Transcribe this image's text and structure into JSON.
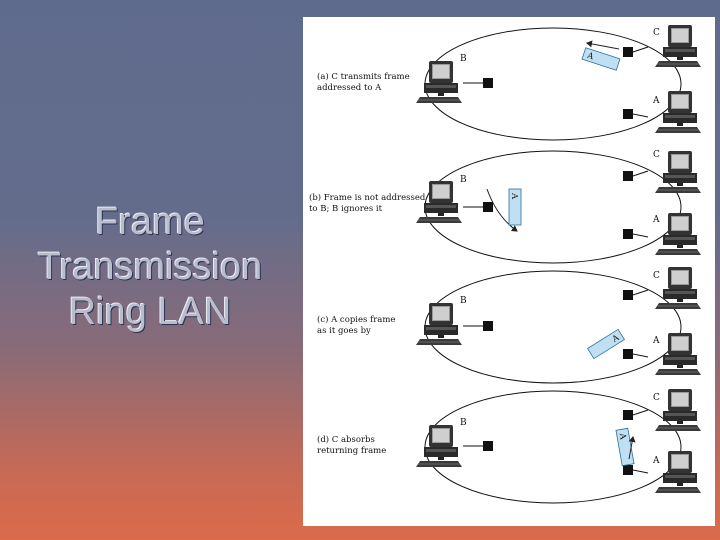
{
  "slide": {
    "title_lines": [
      "Frame",
      "Transmission",
      "Ring LAN"
    ]
  },
  "diagram": {
    "stations": {
      "a": "A",
      "b": "B",
      "c": "C"
    },
    "frame_label": "A",
    "panels": [
      {
        "caption": [
          "(a) C transmits frame",
          "addressed to A"
        ]
      },
      {
        "caption": [
          "(b) Frame is not addressed",
          "to B; B ignores it"
        ]
      },
      {
        "caption": [
          "(c) A copies frame",
          "as it goes by"
        ]
      },
      {
        "caption": [
          "(d) C absorbs",
          "returning frame"
        ]
      }
    ]
  },
  "colors": {
    "frame_fill": "#bfe0f2",
    "frame_stroke": "#2f6f96",
    "node_fill": "#111111"
  }
}
